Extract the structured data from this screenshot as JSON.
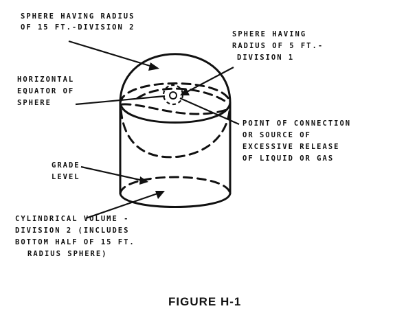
{
  "labels": {
    "sphere_div2": [
      "SPHERE HAVING RADIUS",
      "OF 15 FT.-DIVISION 2"
    ],
    "sphere_div1": [
      "SPHERE HAVING",
      "RADIUS OF 5 FT.-",
      "DIVISION 1"
    ],
    "equator": [
      "HORIZONTAL",
      "EQUATOR OF",
      "SPHERE"
    ],
    "point_connection": [
      "POINT OF CONNECTION",
      "OR SOURCE OF",
      "EXCESSIVE RELEASE",
      "OF LIQUID OR GAS"
    ],
    "grade_level": [
      "GRADE",
      "LEVEL"
    ],
    "cylindrical_volume": [
      "CYLINDRICAL VOLUME -",
      "DIVISION 2 (INCLUDES",
      "BOTTOM HALF OF 15 FT.",
      "RADIUS SPHERE)"
    ]
  },
  "caption": "FIGURE H-1"
}
